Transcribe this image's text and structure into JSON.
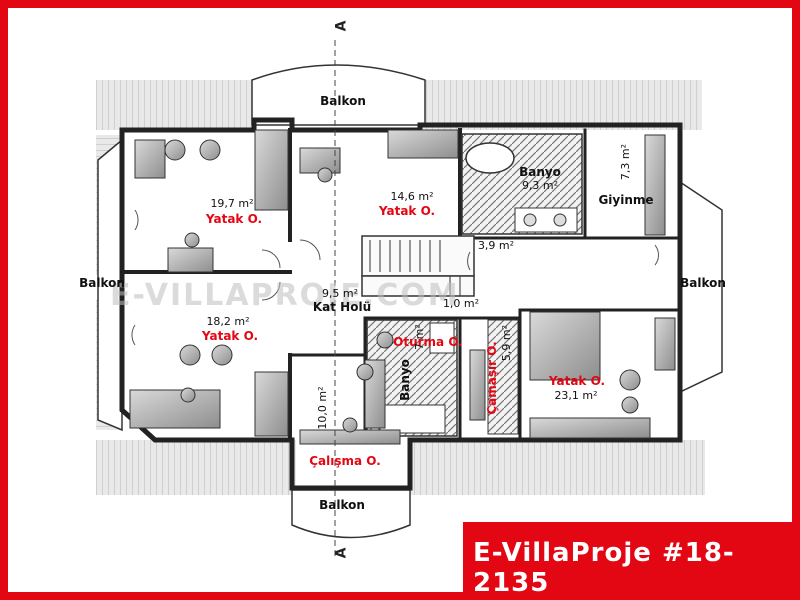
{
  "section_marks": {
    "top": "A",
    "bottom": "A"
  },
  "balconies": {
    "top": "Balkon",
    "bottom": "Balkon",
    "left": "Balkon",
    "right": "Balkon"
  },
  "rooms": {
    "bedroom_nw": {
      "area": "19,7 m²",
      "name": "Yatak O."
    },
    "bedroom_n": {
      "area": "14,6 m²",
      "name": "Yatak O."
    },
    "bath_n": {
      "name": "Banyo",
      "area": "9,3 m²"
    },
    "closet_area": "7,3 m²",
    "dressing": "Giyinme",
    "landing": "3,9 m²",
    "hall": {
      "area": "9,5 m²",
      "name": "Kat Holü"
    },
    "small_area": "1,0 m²",
    "bedroom_w": {
      "area": "18,2 m²",
      "name": "Yatak O."
    },
    "sitting": "Oturma O.",
    "bath_s": {
      "name": "Banyo",
      "area": "7 m²"
    },
    "laundry": {
      "name": "Çamaşır O.",
      "area": "5,9 m²"
    },
    "bedroom_e": {
      "name": "Yatak O.",
      "area": "23,1 m²"
    },
    "study": {
      "area": "10,0 m²",
      "name": "Çalışma O."
    }
  },
  "watermark": "E-VILLAPROJE.COM",
  "brand": {
    "label": "E-VillaProje #18-2135",
    "bg_color": "#e30613"
  }
}
